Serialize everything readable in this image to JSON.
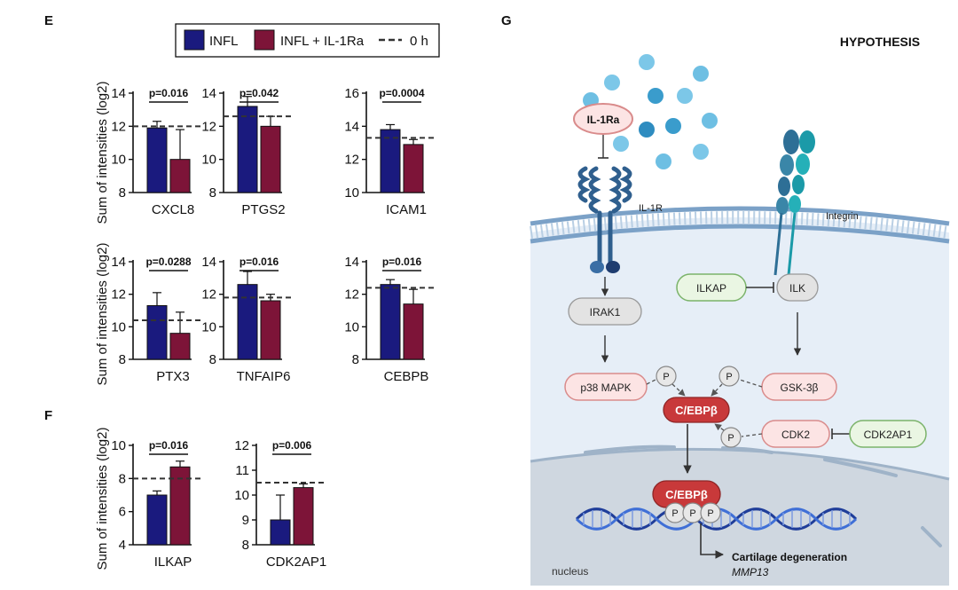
{
  "panels": {
    "e": "E",
    "f": "F",
    "g": "G"
  },
  "legend": {
    "infl": "INFL",
    "infl_il1ra": "INFL + IL-1Ra",
    "baseline": "0 h"
  },
  "colors": {
    "infl": "#1a1a7e",
    "infl_il1ra": "#7d1438",
    "cell_bg": "#e6eef7",
    "nucleus_bg": "#cfd7e0",
    "membrane": "#7ba1c7",
    "pink_box": "#fce4e4",
    "pink_border": "#d98b8b",
    "green_box": "#eaf6e3",
    "green_border": "#7bb36a",
    "red_node": "#c8393a",
    "grey_box": "#e3e3e3"
  },
  "ylabel": "Sum of intensities (log2)",
  "chart_data": [
    {
      "type": "bar",
      "gene": "CXCL8",
      "p": "p=0.016",
      "ylim": [
        8,
        14
      ],
      "yticks": [
        "8",
        "10",
        "12",
        "14"
      ],
      "series": [
        {
          "name": "INFL",
          "value": 11.9,
          "err": 0.4
        },
        {
          "name": "INFL + IL-1Ra",
          "value": 10.0,
          "err": 1.8
        }
      ],
      "baseline_0h": 12.0
    },
    {
      "type": "bar",
      "gene": "PTGS2",
      "p": "p=0.042",
      "ylim": [
        8,
        14
      ],
      "yticks": [
        "8",
        "10",
        "12",
        "14"
      ],
      "series": [
        {
          "name": "INFL",
          "value": 13.2,
          "err": 0.6
        },
        {
          "name": "INFL + IL-1Ra",
          "value": 12.0,
          "err": 0.6
        }
      ],
      "baseline_0h": 12.6
    },
    {
      "type": "bar",
      "gene": "ICAM1",
      "p": "p=0.0004",
      "ylim": [
        10,
        16
      ],
      "yticks": [
        "10",
        "12",
        "14",
        "16"
      ],
      "series": [
        {
          "name": "INFL",
          "value": 13.8,
          "err": 0.3
        },
        {
          "name": "INFL + IL-1Ra",
          "value": 12.9,
          "err": 0.3
        }
      ],
      "baseline_0h": 13.3
    },
    {
      "type": "bar",
      "gene": "PTX3",
      "p": "p=0.0288",
      "ylim": [
        8,
        14
      ],
      "yticks": [
        "8",
        "10",
        "12",
        "14"
      ],
      "series": [
        {
          "name": "INFL",
          "value": 11.3,
          "err": 0.8
        },
        {
          "name": "INFL + IL-1Ra",
          "value": 9.6,
          "err": 1.3
        }
      ],
      "baseline_0h": 10.4
    },
    {
      "type": "bar",
      "gene": "TNFAIP6",
      "p": "p=0.016",
      "ylim": [
        8,
        14
      ],
      "yticks": [
        "8",
        "10",
        "12",
        "14"
      ],
      "series": [
        {
          "name": "INFL",
          "value": 12.6,
          "err": 0.8
        },
        {
          "name": "INFL + IL-1Ra",
          "value": 11.6,
          "err": 0.4
        }
      ],
      "baseline_0h": 11.8
    },
    {
      "type": "bar",
      "gene": "CEBPB",
      "p": "p=0.016",
      "ylim": [
        8,
        14
      ],
      "yticks": [
        "8",
        "10",
        "12",
        "14"
      ],
      "series": [
        {
          "name": "INFL",
          "value": 12.6,
          "err": 0.3
        },
        {
          "name": "INFL + IL-1Ra",
          "value": 11.4,
          "err": 0.9
        }
      ],
      "baseline_0h": 12.4
    },
    {
      "type": "bar",
      "gene": "ILKAP",
      "p": "p=0.016",
      "ylim": [
        4,
        10
      ],
      "yticks": [
        "4",
        "6",
        "8",
        "10"
      ],
      "series": [
        {
          "name": "INFL",
          "value": 7.0,
          "err": 0.25
        },
        {
          "name": "INFL + IL-1Ra",
          "value": 8.7,
          "err": 0.35
        }
      ],
      "baseline_0h": 8.0
    },
    {
      "type": "bar",
      "gene": "CDK2AP1",
      "p": "p=0.006",
      "ylim": [
        8,
        12
      ],
      "yticks": [
        "8",
        "9",
        "10",
        "11",
        "12"
      ],
      "series": [
        {
          "name": "INFL",
          "value": 9.0,
          "err": 1.0
        },
        {
          "name": "INFL + IL-1Ra",
          "value": 10.3,
          "err": 0.15
        }
      ],
      "baseline_0h": 10.5
    }
  ],
  "diagram": {
    "title": "HYPOTHESIS",
    "il1ra": "IL-1Ra",
    "il1r": "IL-1R",
    "integrin": "Integrin",
    "irak1": "IRAK1",
    "ilkap": "ILKAP",
    "ilk": "ILK",
    "p38": "p38 MAPK",
    "gsk": "GSK-3β",
    "cebpb": "C/EBPβ",
    "cebpb_nuc": "C/EBPβ",
    "cdk2": "CDK2",
    "cdk2ap1": "CDK2AP1",
    "p": "P",
    "nucleus": "nucleus",
    "outcome": "Cartilage degeneration",
    "outcome_gene": "MMP13"
  }
}
